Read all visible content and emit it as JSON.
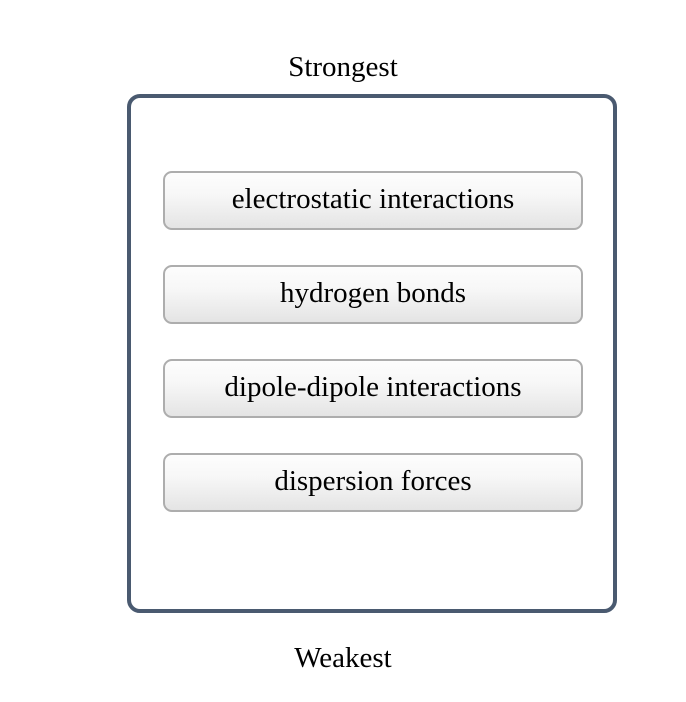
{
  "diagram": {
    "type": "ranking-scale",
    "top_caption": "Strongest",
    "bottom_caption": "Weakest",
    "container_border_color": "#4A5A70",
    "item_border_color": "#ADADAD",
    "item_gradient_top": "#FDFDFD",
    "item_gradient_bottom": "#E4E4E4",
    "text_color": "#000000",
    "background_color": "#FFFFFF",
    "items": [
      {
        "rank": 1,
        "label": "electrostatic interactions"
      },
      {
        "rank": 2,
        "label": "hydrogen bonds"
      },
      {
        "rank": 3,
        "label": "dipole-dipole interactions"
      },
      {
        "rank": 4,
        "label": "dispersion forces"
      }
    ]
  }
}
